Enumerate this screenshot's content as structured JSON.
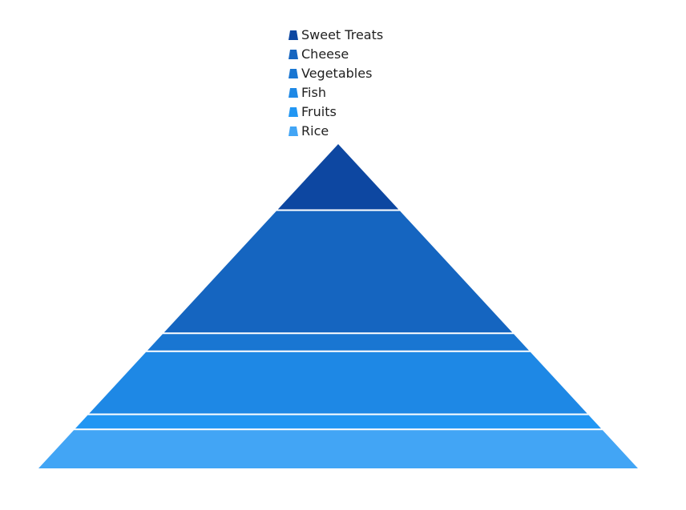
{
  "chart_data": {
    "type": "pyramid",
    "title": "",
    "legend_position": "top",
    "categories": [
      "Sweet Treats",
      "Cheese",
      "Vegetables",
      "Fish",
      "Fruits",
      "Rice"
    ],
    "values": [
      22,
      41,
      6,
      21,
      5,
      13
    ],
    "colors": [
      "#0d47a1",
      "#1565c0",
      "#1976d2",
      "#1e88e5",
      "#2196f3",
      "#42a5f5"
    ]
  }
}
